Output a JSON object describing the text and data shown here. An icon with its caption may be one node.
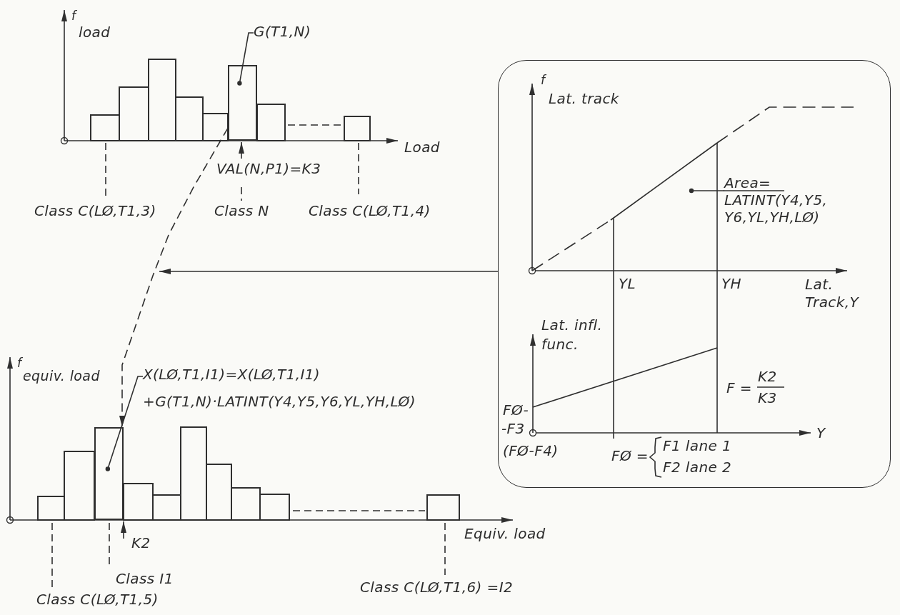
{
  "diagram": {
    "nodes": [
      {
        "text": [],
        "shape": "bar"
      },
      {
        "text": [
          "G(T1,N)"
        ]
      },
      {
        "text": [],
        "shape": "bar"
      },
      {
        "text": [
          "X(LØ,T1,I1)=X(LØ,T1,I1) +G(T1,N)·LATINT(Y4,Y5,Y6,YL,YH,LØ)"
        ]
      },
      {
        "text": [],
        "shape": "box"
      },
      {
        "text": [
          "Area= LATINT(Y4,Y5, Y6,YL,YH,LØ)"
        ],
        "in": 4
      }
    ],
    "edges": [
      {
        "from": 1,
        "to": 0,
        "arrow": "other"
      },
      {
        "from": 0,
        "to": 2,
        "arrow": "to",
        "style": "dashed"
      },
      {
        "from": 4,
        "to": null,
        "arrow": "to"
      },
      {
        "from": 3,
        "to": 2,
        "arrow": "other"
      },
      {
        "from": 5,
        "to": null,
        "arrow": "other"
      }
    ],
    "labels": [
      "f",
      "load",
      "VAL(N,P1)=K3",
      "Load",
      "Class C(LØ,T1,3)",
      "Class N",
      "Class C(LØ,T1,4)",
      "f",
      "Lat. track",
      "YL",
      "YH",
      "Lat.",
      "Track,Y",
      "Lat. infl.",
      "func.",
      "F =",
      "K2",
      "K3",
      "FØ-",
      "-F3",
      "(FØ-F4)",
      "FØ =",
      "F1 lane 1",
      "F2 lane 2",
      "Y",
      "f",
      "equiv. load",
      "K2",
      "Equiv. load",
      "Class I1",
      "Class C(LØ,T1,5)",
      "Class C(LØ,T1,6) =I2"
    ]
  }
}
